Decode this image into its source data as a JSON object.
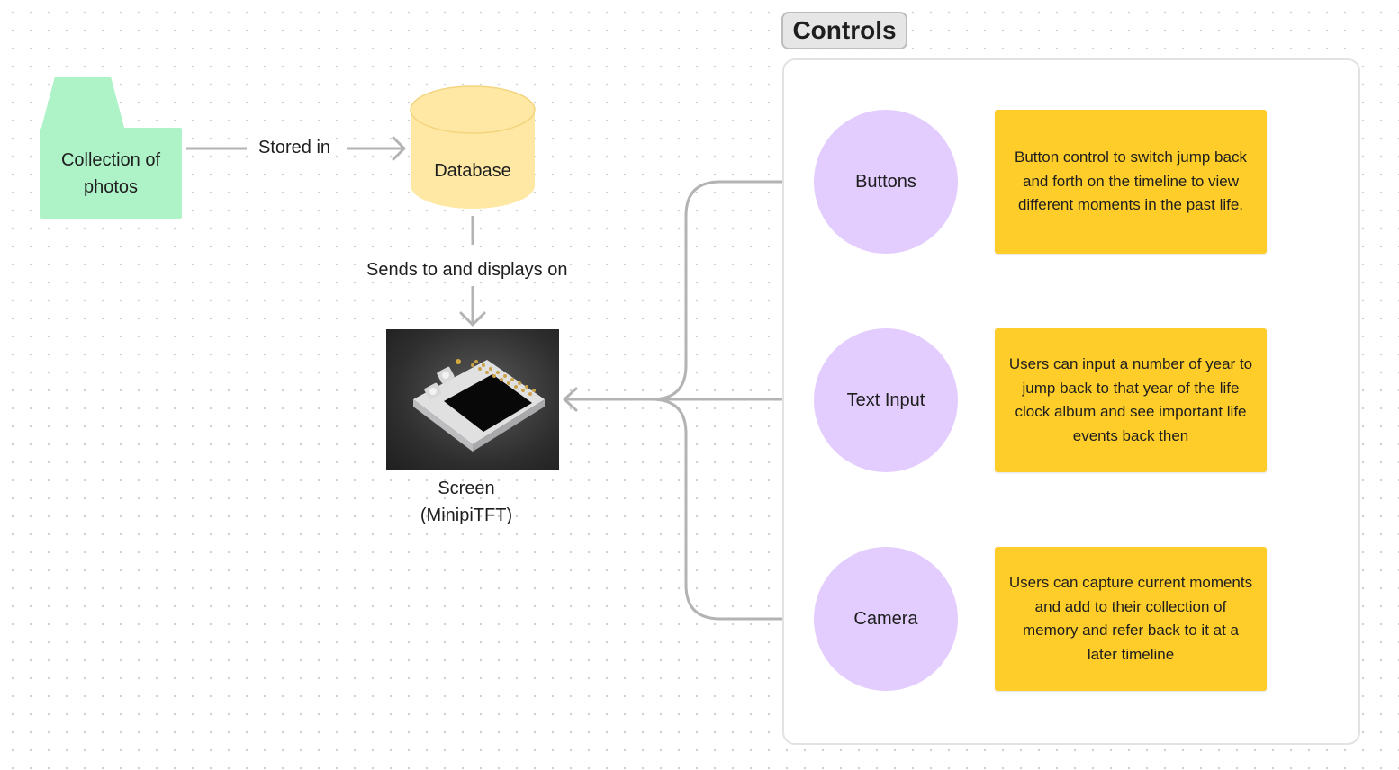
{
  "folder": {
    "label": "Collection of photos"
  },
  "connectors": {
    "stored_in": "Stored in",
    "sends_to": "Sends to and displays on"
  },
  "database": {
    "label": "Database"
  },
  "screen": {
    "caption_line1": "Screen",
    "caption_line2": "(MinipiTFT)"
  },
  "controls": {
    "title": "Controls",
    "items": [
      {
        "label": "Buttons",
        "note": "Button control to switch jump back and forth on the timeline to view different moments in the past life."
      },
      {
        "label": "Text Input",
        "note": "Users can input a number of year to jump back to that year of the life clock album and see important life events back then"
      },
      {
        "label": "Camera",
        "note": "Users can capture current moments and add to their collection of memory and refer back to it at a later timeline"
      }
    ]
  },
  "colors": {
    "folder": "#aef2c8",
    "database": "#ffe8a3",
    "circle": "#e3ccfe",
    "note": "#ffcd29",
    "connector": "#b3b3b3"
  }
}
